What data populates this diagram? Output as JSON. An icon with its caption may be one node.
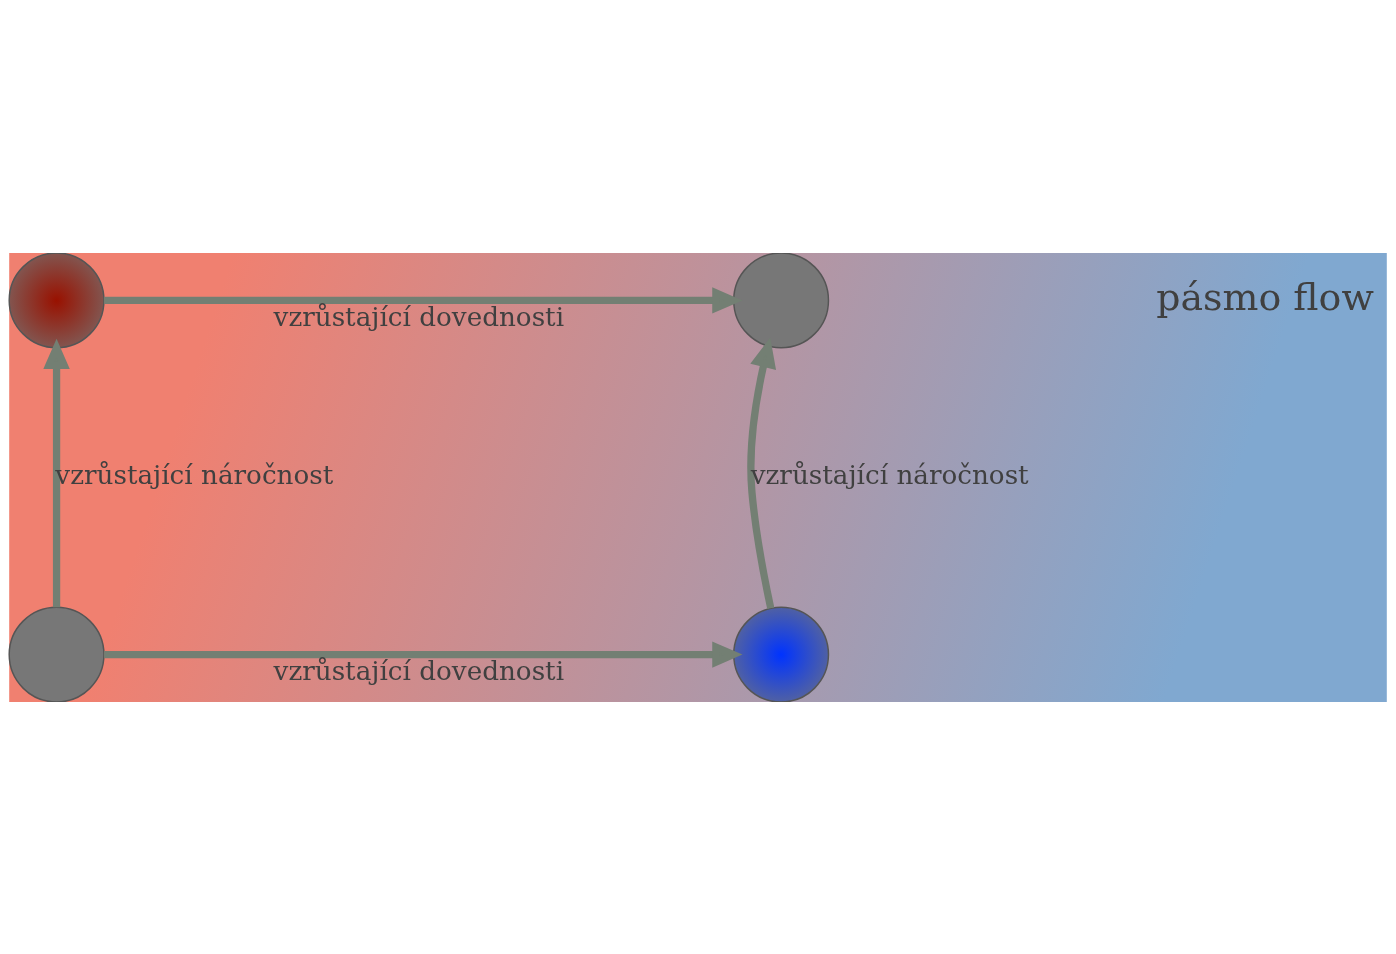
{
  "diagram": {
    "nodes": [
      {
        "text": [],
        "shape": "circle"
      },
      {
        "text": [],
        "shape": "circle"
      },
      {
        "text": [],
        "shape": "circle"
      },
      {
        "text": [],
        "shape": "circle"
      }
    ],
    "edges": [
      {
        "from": 0,
        "to": 1,
        "arrow": "to",
        "label": "vzrůstající dovednosti"
      },
      {
        "from": 2,
        "to": 0,
        "arrow": "to",
        "label": "vzrůstající náročnost"
      },
      {
        "from": 3,
        "to": 1,
        "arrow": "to",
        "label": "vzrůstající náročnost"
      },
      {
        "from": 2,
        "to": 3,
        "arrow": "to",
        "label": "vzrůstající dovednosti"
      }
    ],
    "labels": [
      "pásmo flow"
    ]
  }
}
